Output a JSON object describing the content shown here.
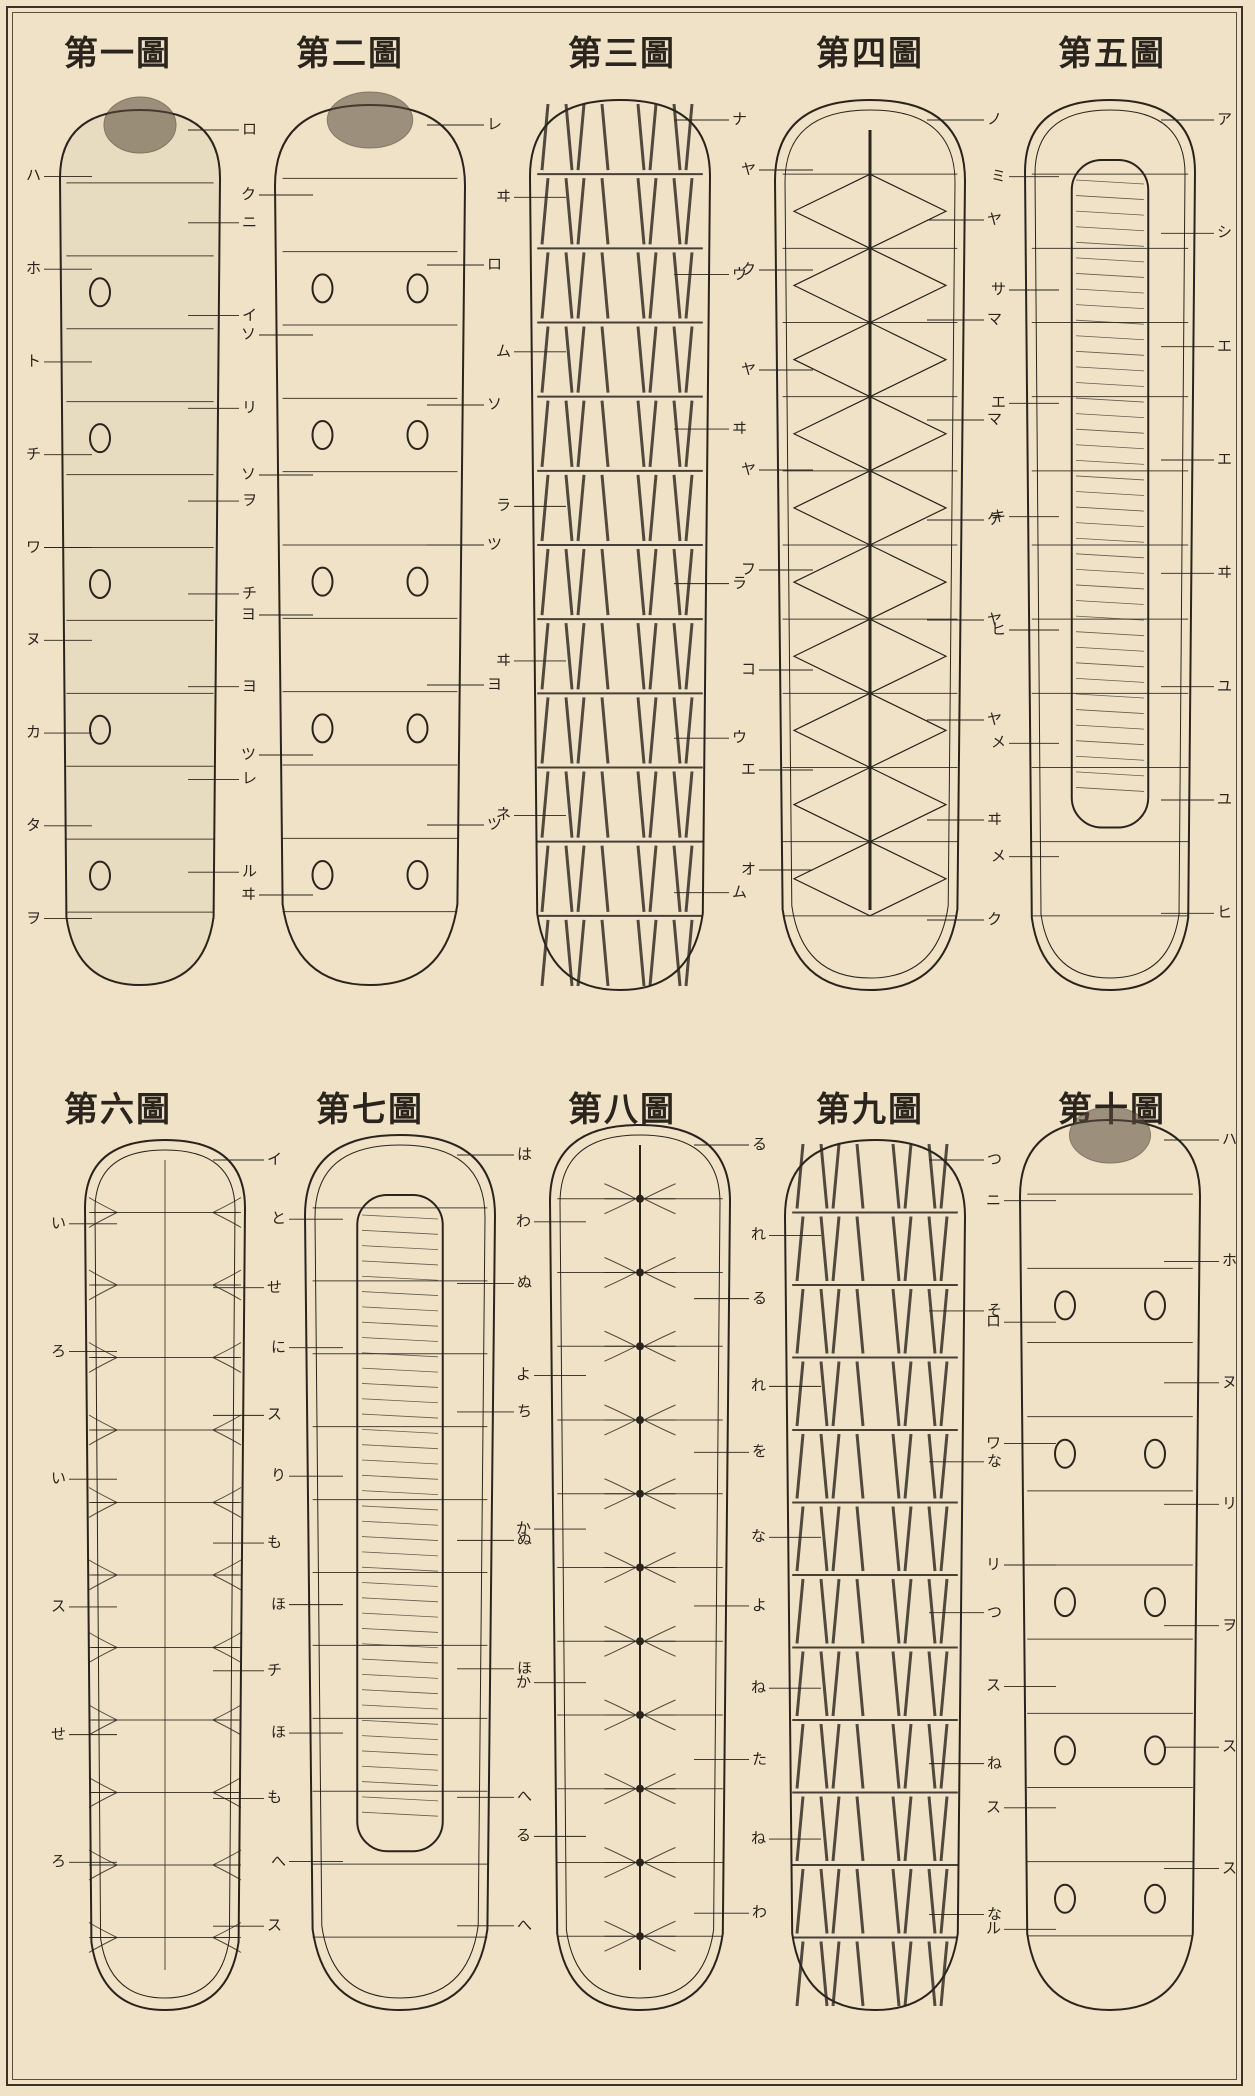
{
  "figures": [
    {
      "title": "第一圖"
    },
    {
      "title": "第二圖"
    },
    {
      "title": "第三圖"
    },
    {
      "title": "第四圖"
    },
    {
      "title": "第五圖"
    },
    {
      "title": "第六圖"
    },
    {
      "title": "第七圖"
    },
    {
      "title": "第八圖"
    },
    {
      "title": "第九圖"
    },
    {
      "title": "第十圖"
    }
  ],
  "labels": {
    "f1": [
      "ロ",
      "ハ",
      "ニ",
      "ホ",
      "イ",
      "ト",
      "リ",
      "チ",
      "ヲ",
      "ワ",
      "チ",
      "ヌ",
      "ヨ",
      "カ",
      "レ",
      "タ",
      "ル",
      "ヲ"
    ],
    "f2": [
      "レ",
      "ク",
      "ロ",
      "ソ",
      "ソ",
      "ソ",
      "ツ",
      "ヨ",
      "ヨ",
      "ツ",
      "ツ",
      "ヰ"
    ],
    "f3": [
      "ナ",
      "ヰ",
      "ウ",
      "ム",
      "ヰ",
      "ラ",
      "ラ",
      "ヰ",
      "ウ",
      "ネ",
      "ム"
    ],
    "f4": [
      "ノ",
      "ヤ",
      "ヤ",
      "ク",
      "マ",
      "ヤ",
      "マ",
      "ヤ",
      "ケ",
      "フ",
      "ヤ",
      "コ",
      "ヤ",
      "エ",
      "ヰ",
      "オ",
      "ク"
    ],
    "f5": [
      "ア",
      "ミ",
      "シ",
      "サ",
      "エ",
      "エ",
      "エ",
      "キ",
      "ヰ",
      "ヒ",
      "ユ",
      "メ",
      "ユ",
      "メ",
      "ヒ"
    ],
    "f6": [
      "イ",
      "い",
      "せ",
      "ろ",
      "ス",
      "い",
      "も",
      "ス",
      "チ",
      "せ",
      "も",
      "ろ",
      "ス"
    ],
    "f7": [
      "は",
      "と",
      "ぬ",
      "に",
      "ち",
      "り",
      "ぬ",
      "ほ",
      "ほ",
      "ほ",
      "へ",
      "へ",
      "へ"
    ],
    "f8": [
      "る",
      "わ",
      "る",
      "よ",
      "を",
      "か",
      "よ",
      "か",
      "た",
      "る",
      "わ"
    ],
    "f9": [
      "つ",
      "れ",
      "そ",
      "れ",
      "な",
      "な",
      "つ",
      "ね",
      "ね",
      "ね",
      "な"
    ],
    "f10": [
      "ハ",
      "ニ",
      "ホ",
      "ロ",
      "ヌ",
      "ワ",
      "リ",
      "リ",
      "ヲ",
      "ス",
      "ス",
      "ス",
      "ス",
      "ル"
    ]
  }
}
